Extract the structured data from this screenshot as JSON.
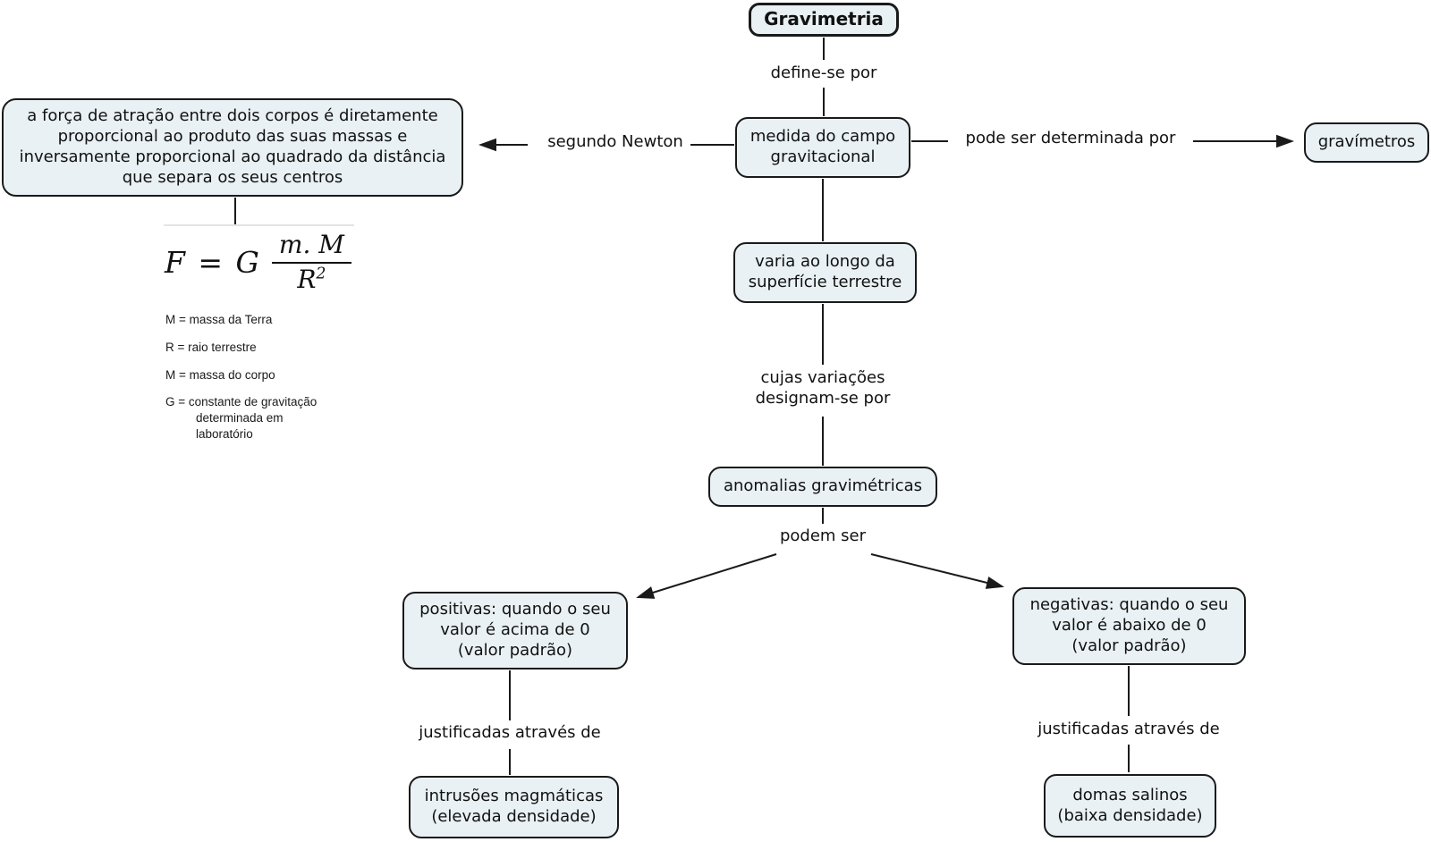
{
  "diagram": {
    "nodes": {
      "gravimetria": "Gravimetria",
      "newton_law": "a força de atração entre dois corpos é diretamente\nproporcional ao produto das suas massas e\ninversamente proporcional ao quadrado da distância\nque separa os seus centros",
      "medida_campo": "medida do campo\ngravitacional",
      "gravimetros": "gravímetros",
      "varia_superficie": "varia ao longo da\nsuperfície terrestre",
      "anomalias": "anomalias gravimétricas",
      "positivas": "positivas: quando o seu\nvalor é acima de 0\n(valor padrão)",
      "negativas": "negativas: quando o seu\nvalor é abaixo de 0\n(valor padrão)",
      "intrusoes": "intrusões magmáticas\n(elevada densidade)",
      "domas": "domas salinos\n(baixa densidade)"
    },
    "links": {
      "define_se_por": "define-se por",
      "segundo_newton": "segundo Newton",
      "pode_ser_determinada_por": "pode ser determinada por",
      "cujas_variacoes": "cujas variações\ndesignam-se por",
      "podem_ser": "podem ser",
      "justificadas_left": "justificadas através de",
      "justificadas_right": "justificadas através de"
    },
    "formula": {
      "lhs": "F = G",
      "numerator": "m. M",
      "denominator_base": "R",
      "denominator_exp": "2",
      "legend": [
        "M = massa da Terra",
        "R = raio terrestre",
        "M = massa do corpo",
        "G = constante de gravitação\ndeterminada em\nlaboratório"
      ]
    },
    "colors": {
      "node_fill": "#e9f1f4",
      "node_border": "#1a1a1a",
      "connector": "#1a1a1a",
      "text": "#111111",
      "background": "#ffffff"
    }
  }
}
